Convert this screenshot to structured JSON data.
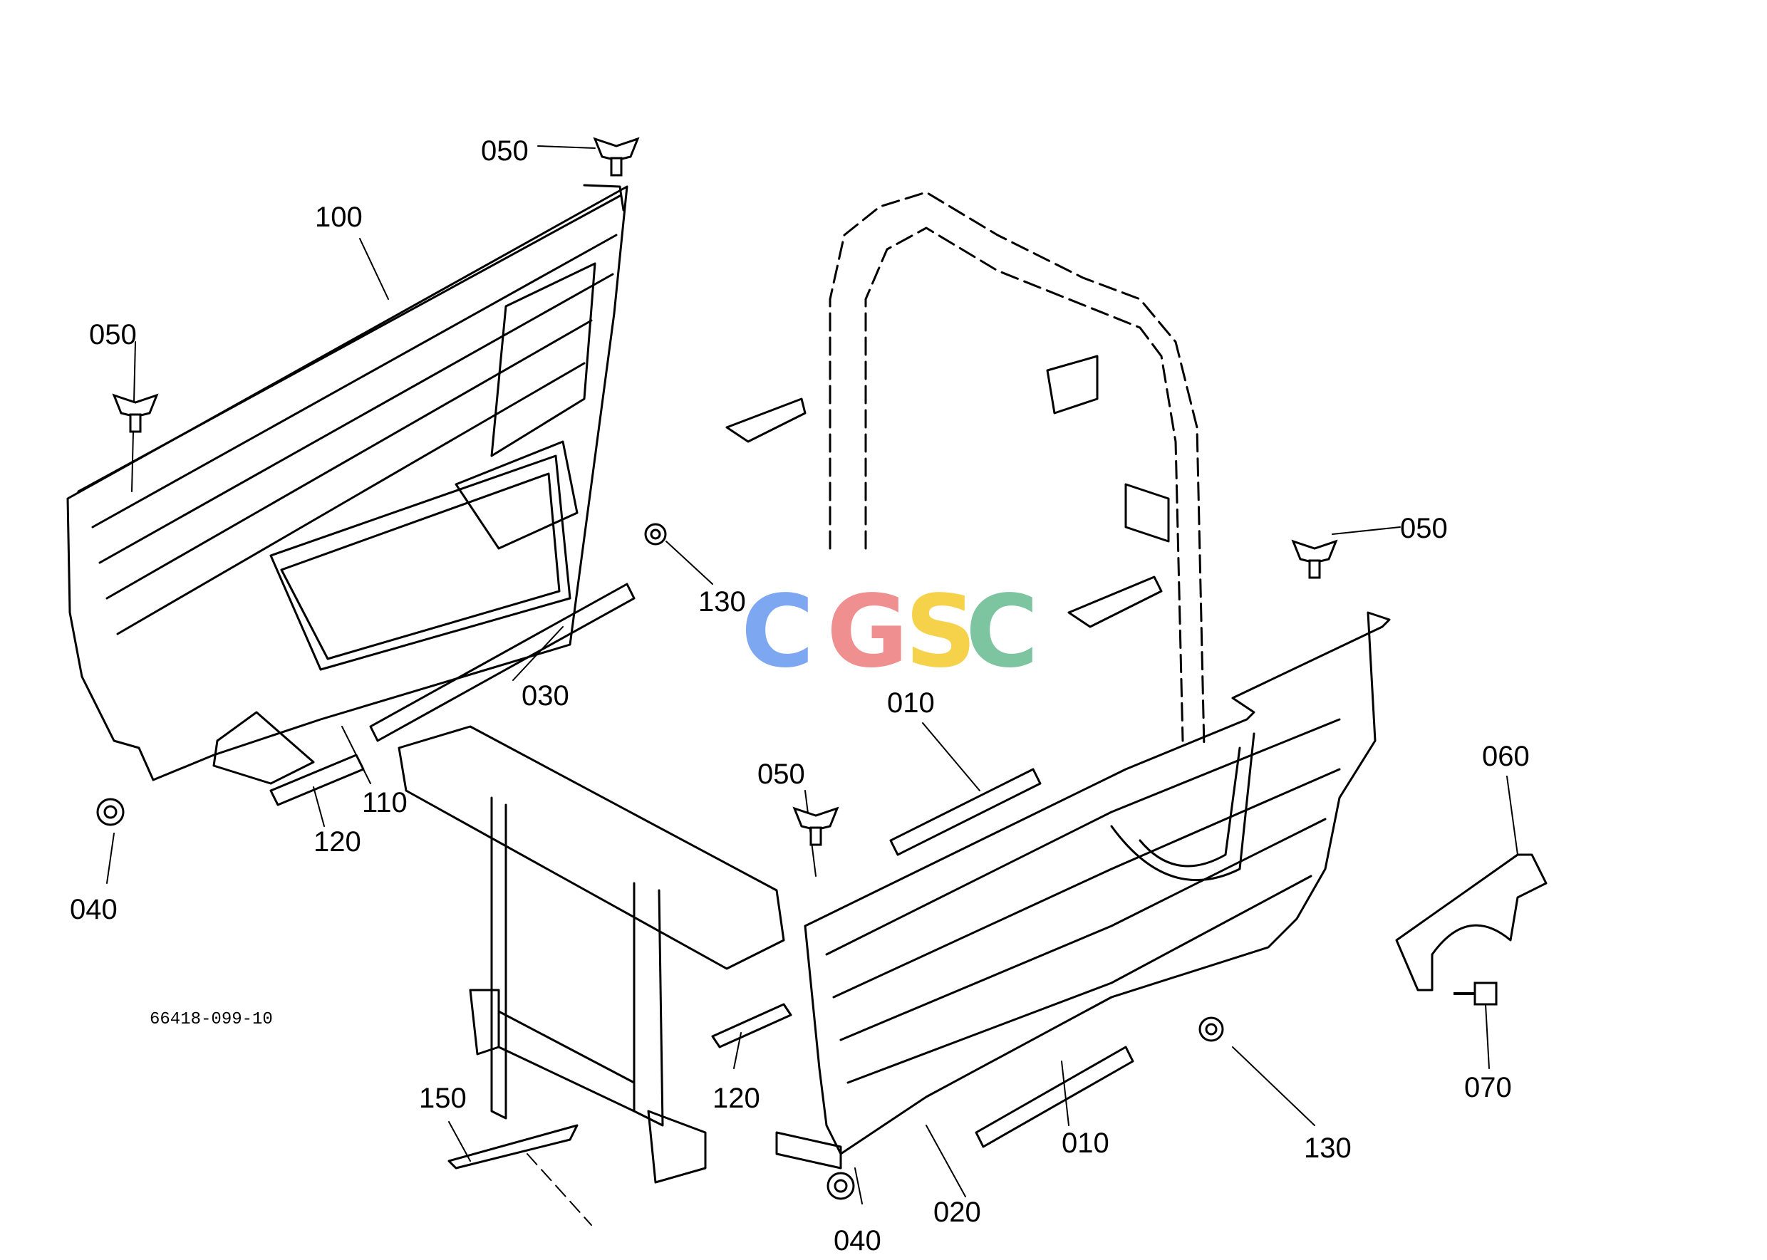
{
  "diagram": {
    "document_number": "66418-099-10",
    "watermark": {
      "letters": [
        "C",
        "G",
        "S",
        "C"
      ],
      "colors": [
        "#7ea7f2",
        "#f08f8f",
        "#f6d24a",
        "#7dc4a0"
      ]
    },
    "callouts": [
      {
        "id": "c-050-top",
        "label": "050"
      },
      {
        "id": "c-100",
        "label": "100"
      },
      {
        "id": "c-050-left",
        "label": "050"
      },
      {
        "id": "c-130-mid",
        "label": "130"
      },
      {
        "id": "c-030",
        "label": "030"
      },
      {
        "id": "c-110",
        "label": "110"
      },
      {
        "id": "c-120-left",
        "label": "120"
      },
      {
        "id": "c-040-left",
        "label": "040"
      },
      {
        "id": "c-050-right",
        "label": "050"
      },
      {
        "id": "c-010-top",
        "label": "010"
      },
      {
        "id": "c-050-center",
        "label": "050"
      },
      {
        "id": "c-060",
        "label": "060"
      },
      {
        "id": "c-070",
        "label": "070"
      },
      {
        "id": "c-130-right",
        "label": "130"
      },
      {
        "id": "c-010-bottom",
        "label": "010"
      },
      {
        "id": "c-020",
        "label": "020"
      },
      {
        "id": "c-040-bottom",
        "label": "040"
      },
      {
        "id": "c-120-bottom",
        "label": "120"
      },
      {
        "id": "c-150",
        "label": "150"
      }
    ]
  }
}
